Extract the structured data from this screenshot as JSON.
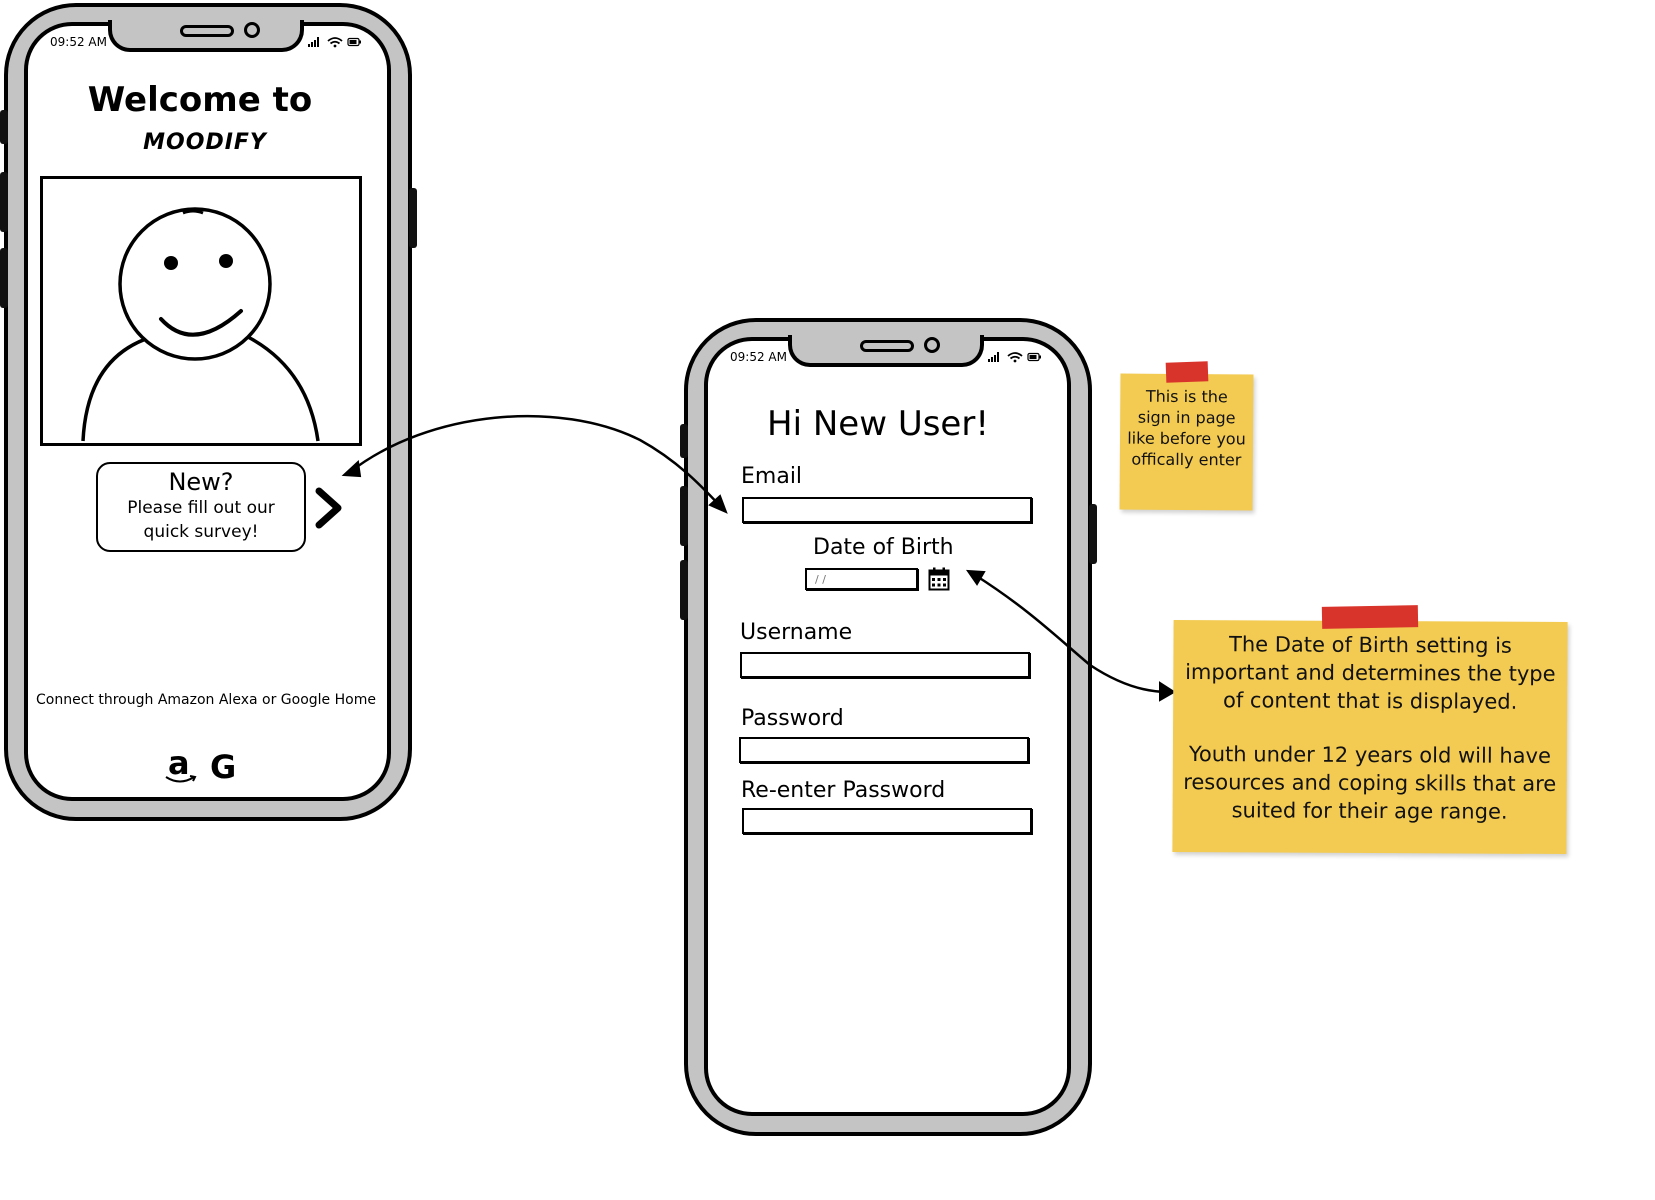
{
  "left_phone": {
    "status": {
      "time": "09:52 AM"
    },
    "welcome_title": "Welcome to",
    "app_name": "MOODIFY",
    "survey": {
      "title": "New?",
      "line1": "Please fill out our",
      "line2": "quick survey!"
    },
    "connect_text": "Connect through Amazon Alexa or Google Home",
    "integrations": [
      {
        "icon": "amazon-icon",
        "glyph": "a"
      },
      {
        "icon": "google-icon",
        "glyph": "G"
      }
    ]
  },
  "right_phone": {
    "status": {
      "time": "09:52 AM"
    },
    "title": "Hi New User!",
    "fields": {
      "email_label": "Email",
      "dob_label": "Date of Birth",
      "dob_placeholder": "/ /",
      "username_label": "Username",
      "password_label": "Password",
      "reenter_password_label": "Re-enter Password"
    }
  },
  "notes": {
    "small": {
      "line1": "This is the",
      "line2": "sign in page",
      "line3": "like before you",
      "line4": "offically enter"
    },
    "large": {
      "line1": "The Date of Birth setting is",
      "line2": "important and determines the type",
      "line3": "of content that is displayed.",
      "line4": "Youth under 12 years old will have",
      "line5": "resources and coping skills that are",
      "line6": "suited for their age range."
    }
  },
  "colors": {
    "phone_frame": "#c4c4c4",
    "sticky_note": "#f3cb52",
    "tape": "#d9342b"
  }
}
